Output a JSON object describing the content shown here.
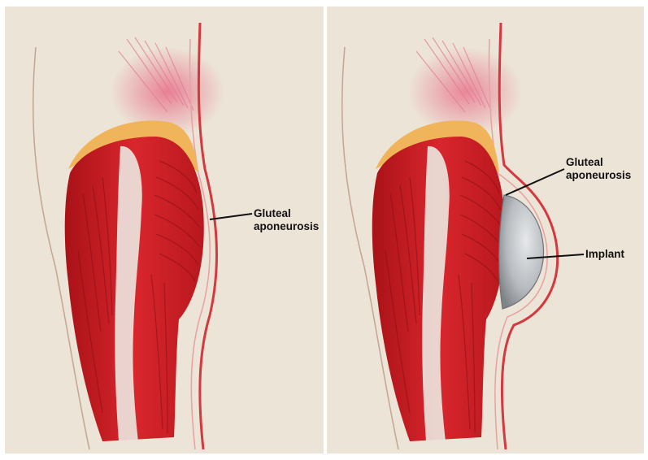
{
  "figure": {
    "colors": {
      "background_paper": "#ece4d6",
      "muscle_red": "#d2232a",
      "muscle_dark": "#9e1418",
      "fat_yellow": "#f0b55a",
      "tendon_white": "#ebe3dc",
      "pink_wash": "#ee8aa4",
      "implant_gray": "#b8bcc0",
      "label_text": "#111111"
    },
    "left_panel": {
      "labels": {
        "gluteal_line1": "Gluteal",
        "gluteal_line2": "aponeurosis"
      }
    },
    "right_panel": {
      "labels": {
        "gluteal_line1": "Gluteal",
        "gluteal_line2": "aponeurosis",
        "implant": "Implant"
      }
    }
  }
}
